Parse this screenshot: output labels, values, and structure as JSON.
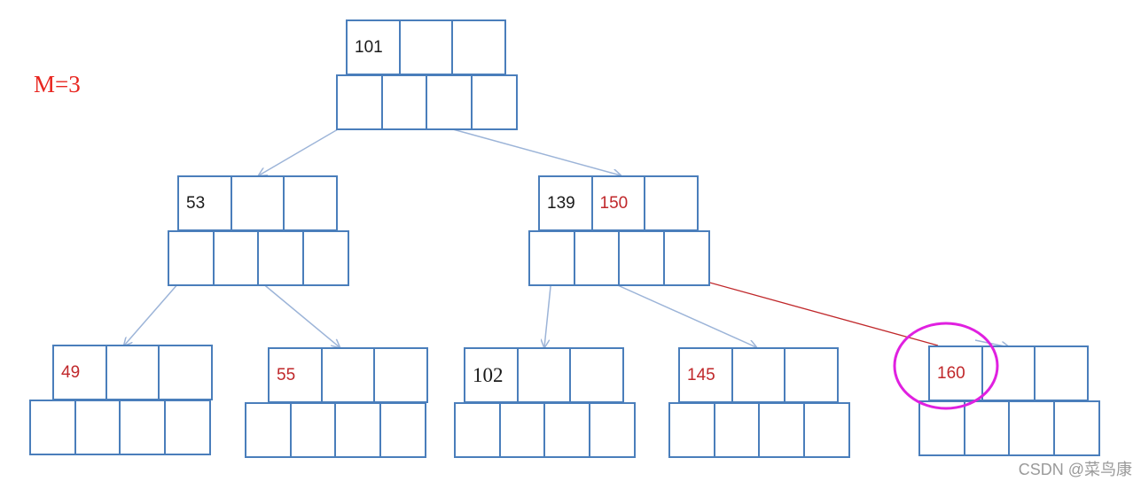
{
  "label": "M=3",
  "watermark": "CSDN @菜鸟康",
  "colors": {
    "border": "#4a7ebb",
    "arrow": "#9cb4d8",
    "new_link": "#c0282b",
    "highlight": "#e020e0",
    "key_dark": "#1a1a1a",
    "key_red": "#c0282b"
  },
  "nodes": {
    "root": {
      "keys": [
        "101",
        "",
        ""
      ]
    },
    "left": {
      "keys": [
        "53",
        "",
        ""
      ]
    },
    "right": {
      "keys": [
        "139",
        "150",
        ""
      ]
    },
    "leaf1": {
      "keys": [
        "49",
        "",
        ""
      ]
    },
    "leaf2": {
      "keys": [
        "55",
        "",
        ""
      ]
    },
    "leaf3": {
      "keys": [
        "102",
        "",
        ""
      ]
    },
    "leaf4": {
      "keys": [
        "145",
        "",
        ""
      ]
    },
    "leaf5": {
      "keys": [
        "160",
        "",
        ""
      ]
    }
  },
  "highlighted_node": "leaf5"
}
